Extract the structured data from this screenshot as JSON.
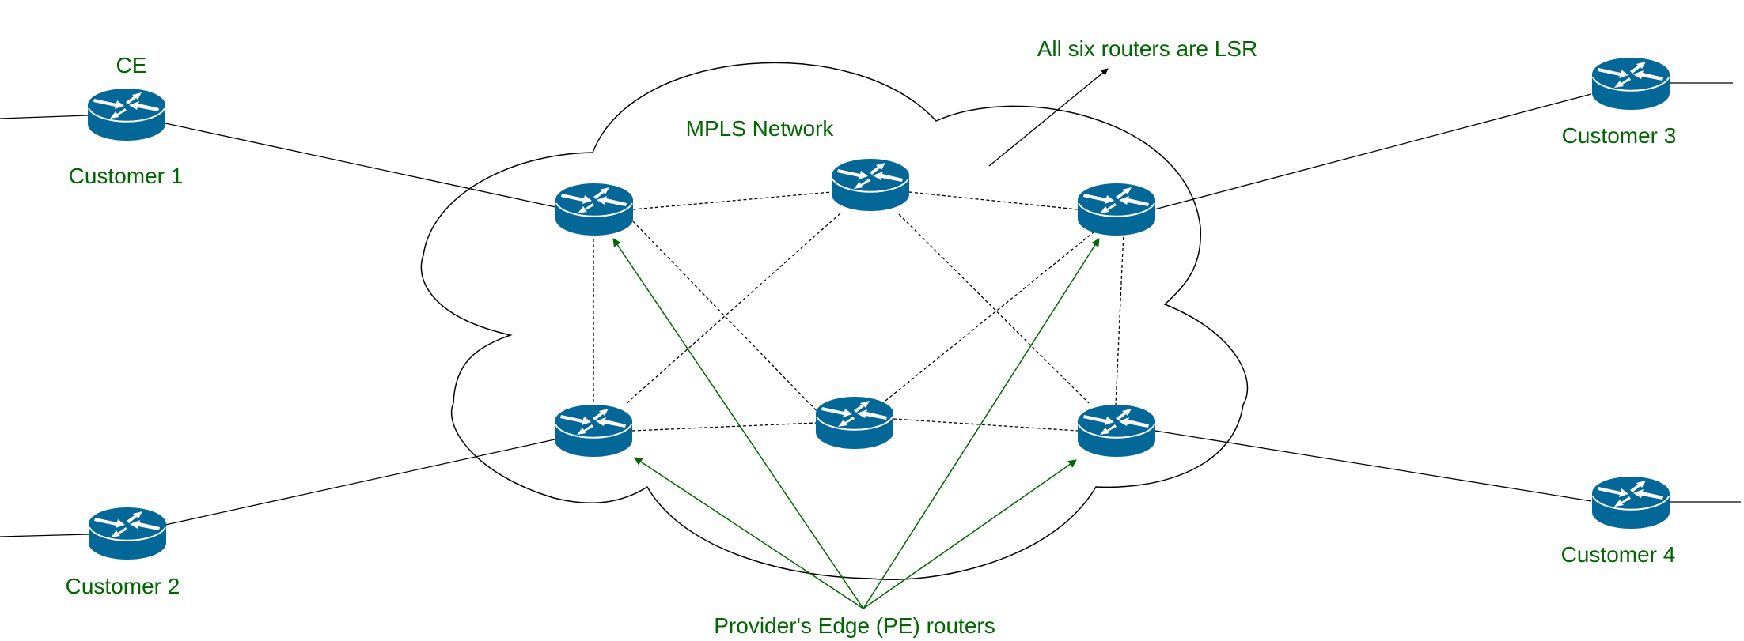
{
  "title": "MPLS Network",
  "colors": {
    "router_fill": "#036897",
    "router_highlight": "#ffffff",
    "label": "#006600",
    "line": "#000000",
    "pe_arrow": "#006600"
  },
  "labels": {
    "cloud": "MPLS Network",
    "ce": "CE",
    "lsr_note": "All six routers are LSR",
    "pe_note": "Provider's Edge (PE) routers"
  },
  "customers": [
    {
      "id": "customer-1",
      "label": "Customer 1",
      "role": "CE"
    },
    {
      "id": "customer-2",
      "label": "Customer 2",
      "role": "CE"
    },
    {
      "id": "customer-3",
      "label": "Customer 3",
      "role": "CE"
    },
    {
      "id": "customer-4",
      "label": "Customer 4",
      "role": "CE"
    }
  ],
  "core_routers": [
    {
      "id": "pe-1",
      "role": "PE"
    },
    {
      "id": "p-top",
      "role": "LSR"
    },
    {
      "id": "pe-3",
      "role": "PE"
    },
    {
      "id": "pe-2",
      "role": "PE"
    },
    {
      "id": "p-bottom",
      "role": "LSR"
    },
    {
      "id": "pe-4",
      "role": "PE"
    }
  ],
  "links": {
    "access": [
      [
        "customer-1",
        "pe-1"
      ],
      [
        "customer-2",
        "pe-2"
      ],
      [
        "customer-3",
        "pe-3"
      ],
      [
        "customer-4",
        "pe-4"
      ]
    ],
    "core": [
      [
        "pe-1",
        "p-top"
      ],
      [
        "p-top",
        "pe-3"
      ],
      [
        "pe-2",
        "p-bottom"
      ],
      [
        "p-bottom",
        "pe-4"
      ],
      [
        "pe-1",
        "pe-2"
      ],
      [
        "pe-3",
        "pe-4"
      ],
      [
        "pe-1",
        "p-bottom"
      ],
      [
        "p-top",
        "pe-2"
      ],
      [
        "p-top",
        "pe-4"
      ],
      [
        "p-bottom",
        "pe-3"
      ]
    ],
    "pe_pointers": [
      "pe-1",
      "pe-2",
      "pe-3",
      "pe-4"
    ]
  }
}
